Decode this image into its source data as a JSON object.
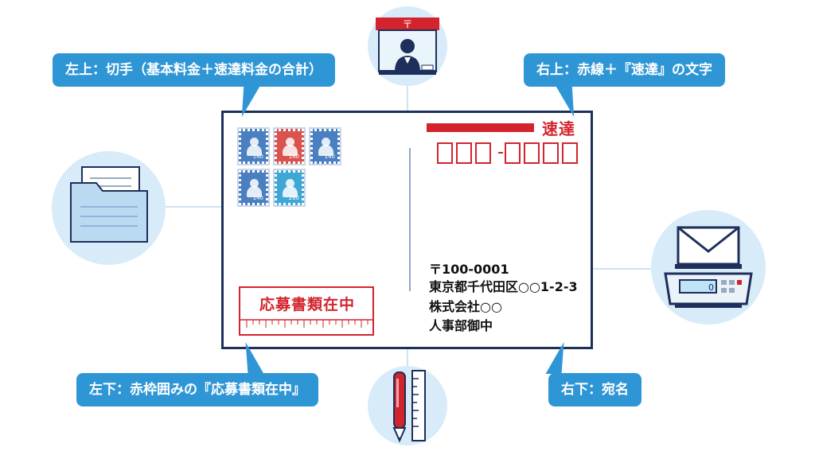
{
  "callouts": {
    "top_left": "左上：切手（基本料金＋速達料金の合計）",
    "top_right": "右上：赤線＋『速達』の文字",
    "bottom_left": "左下：赤枠囲みの『応募書類在中』",
    "bottom_right": "右下：宛名"
  },
  "envelope": {
    "express_label": "速達",
    "stamps": [
      {
        "value": "140",
        "color": "#4a7fc1"
      },
      {
        "value": "140",
        "color": "#d9534f"
      },
      {
        "value": "140",
        "color": "#4a7fc1"
      },
      {
        "value": "140",
        "color": "#4a7fc1"
      },
      {
        "value": "260",
        "color": "#3fa7d6"
      }
    ],
    "address_lines": {
      "zip": "〒100-0001",
      "line1": "東京都千代田区○○1-2-3",
      "line2": "株式会社○○",
      "line3": "人事部御中"
    },
    "oubo_label": "応募書類在中"
  },
  "icons": {
    "top": "post-office-clerk-icon",
    "left": "folder-documents-icon",
    "right": "envelope-scale-icon",
    "bottom": "pen-ruler-icon"
  },
  "colors": {
    "callout_bg": "#2f96d6",
    "express_red": "#d3242e",
    "envelope_border": "#1d2f5a",
    "circle_bg": "#d8ebf8"
  }
}
